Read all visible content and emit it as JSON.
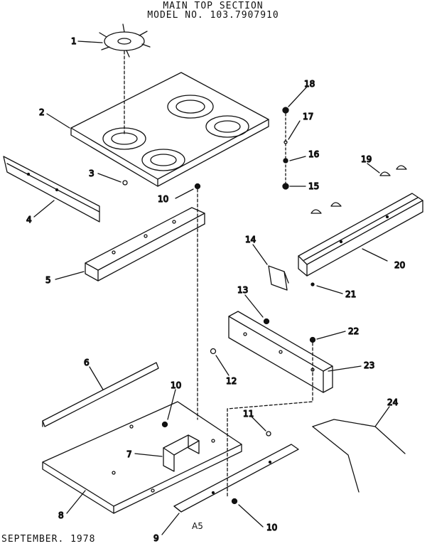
{
  "header": {
    "title": "MAIN TOP SECTION",
    "model": "MODEL NO. 103.7907910"
  },
  "footer": {
    "date": "SEPTEMBER. 1978",
    "page_code": "A5"
  },
  "callouts": [
    {
      "id": "c1",
      "label": "1"
    },
    {
      "id": "c2",
      "label": "2"
    },
    {
      "id": "c3",
      "label": "3"
    },
    {
      "id": "c4",
      "label": "4"
    },
    {
      "id": "c5",
      "label": "5"
    },
    {
      "id": "c6",
      "label": "6"
    },
    {
      "id": "c7",
      "label": "7"
    },
    {
      "id": "c8",
      "label": "8"
    },
    {
      "id": "c9",
      "label": "9"
    },
    {
      "id": "c10a",
      "label": "10"
    },
    {
      "id": "c10b",
      "label": "10"
    },
    {
      "id": "c10c",
      "label": "10"
    },
    {
      "id": "c11",
      "label": "11"
    },
    {
      "id": "c12",
      "label": "12"
    },
    {
      "id": "c13",
      "label": "13"
    },
    {
      "id": "c14",
      "label": "14"
    },
    {
      "id": "c15",
      "label": "15"
    },
    {
      "id": "c16",
      "label": "16"
    },
    {
      "id": "c17",
      "label": "17"
    },
    {
      "id": "c18",
      "label": "18"
    },
    {
      "id": "c19",
      "label": "19"
    },
    {
      "id": "c20",
      "label": "20"
    },
    {
      "id": "c21",
      "label": "21"
    },
    {
      "id": "c22",
      "label": "22"
    },
    {
      "id": "c23",
      "label": "23"
    },
    {
      "id": "c24",
      "label": "24"
    }
  ]
}
